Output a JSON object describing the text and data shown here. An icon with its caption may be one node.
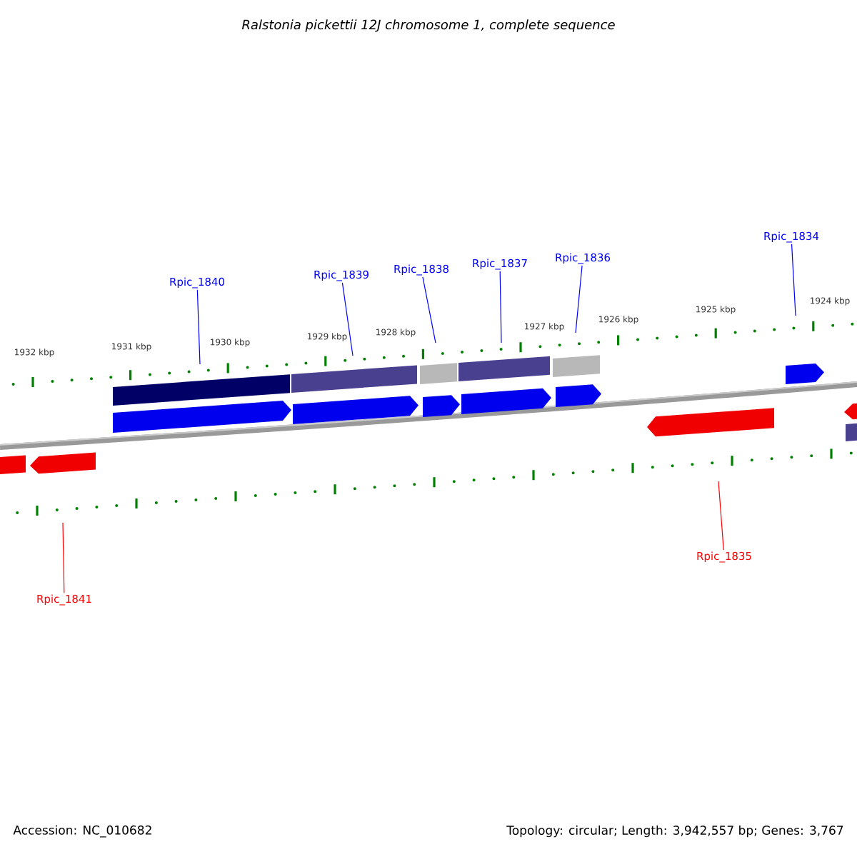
{
  "diagram": {
    "title": "Ralstonia pickettii 12J chromosome 1, complete sequence",
    "nodes": [
      {
        "text": [
          "Rpic_1840"
        ]
      },
      {
        "text": [
          "Rpic_1839"
        ]
      },
      {
        "text": [
          "Rpic_1838"
        ]
      },
      {
        "text": [
          "Rpic_1837"
        ]
      },
      {
        "text": [
          "Rpic_1836"
        ]
      },
      {
        "text": [
          "Rpic_1834"
        ]
      },
      {
        "text": [
          "Rpic_1841"
        ]
      },
      {
        "text": [
          "Rpic_1835"
        ]
      }
    ],
    "edges": [
      {
        "from": 0,
        "to": null,
        "arrow": "none"
      },
      {
        "from": 1,
        "to": null,
        "arrow": "none"
      },
      {
        "from": 2,
        "to": null,
        "arrow": "none"
      },
      {
        "from": 3,
        "to": null,
        "arrow": "none"
      },
      {
        "from": 4,
        "to": null,
        "arrow": "none"
      },
      {
        "from": 5,
        "to": null,
        "arrow": "none"
      },
      {
        "from": 6,
        "to": null,
        "arrow": "none",
        "color": "#ff0000"
      },
      {
        "from": 7,
        "to": null,
        "arrow": "none",
        "color": "#ff0000"
      }
    ],
    "labels": [
      "1932 kbp",
      "1931 kbp",
      "1930 kbp",
      "1929 kbp",
      "1928 kbp",
      "1927 kbp",
      "1926 kbp",
      "1925 kbp",
      "1924 kbp",
      "Accession: NC_010682",
      "Topology: circular; Length: 3,942,557 bp; Genes: 3,767"
    ]
  }
}
